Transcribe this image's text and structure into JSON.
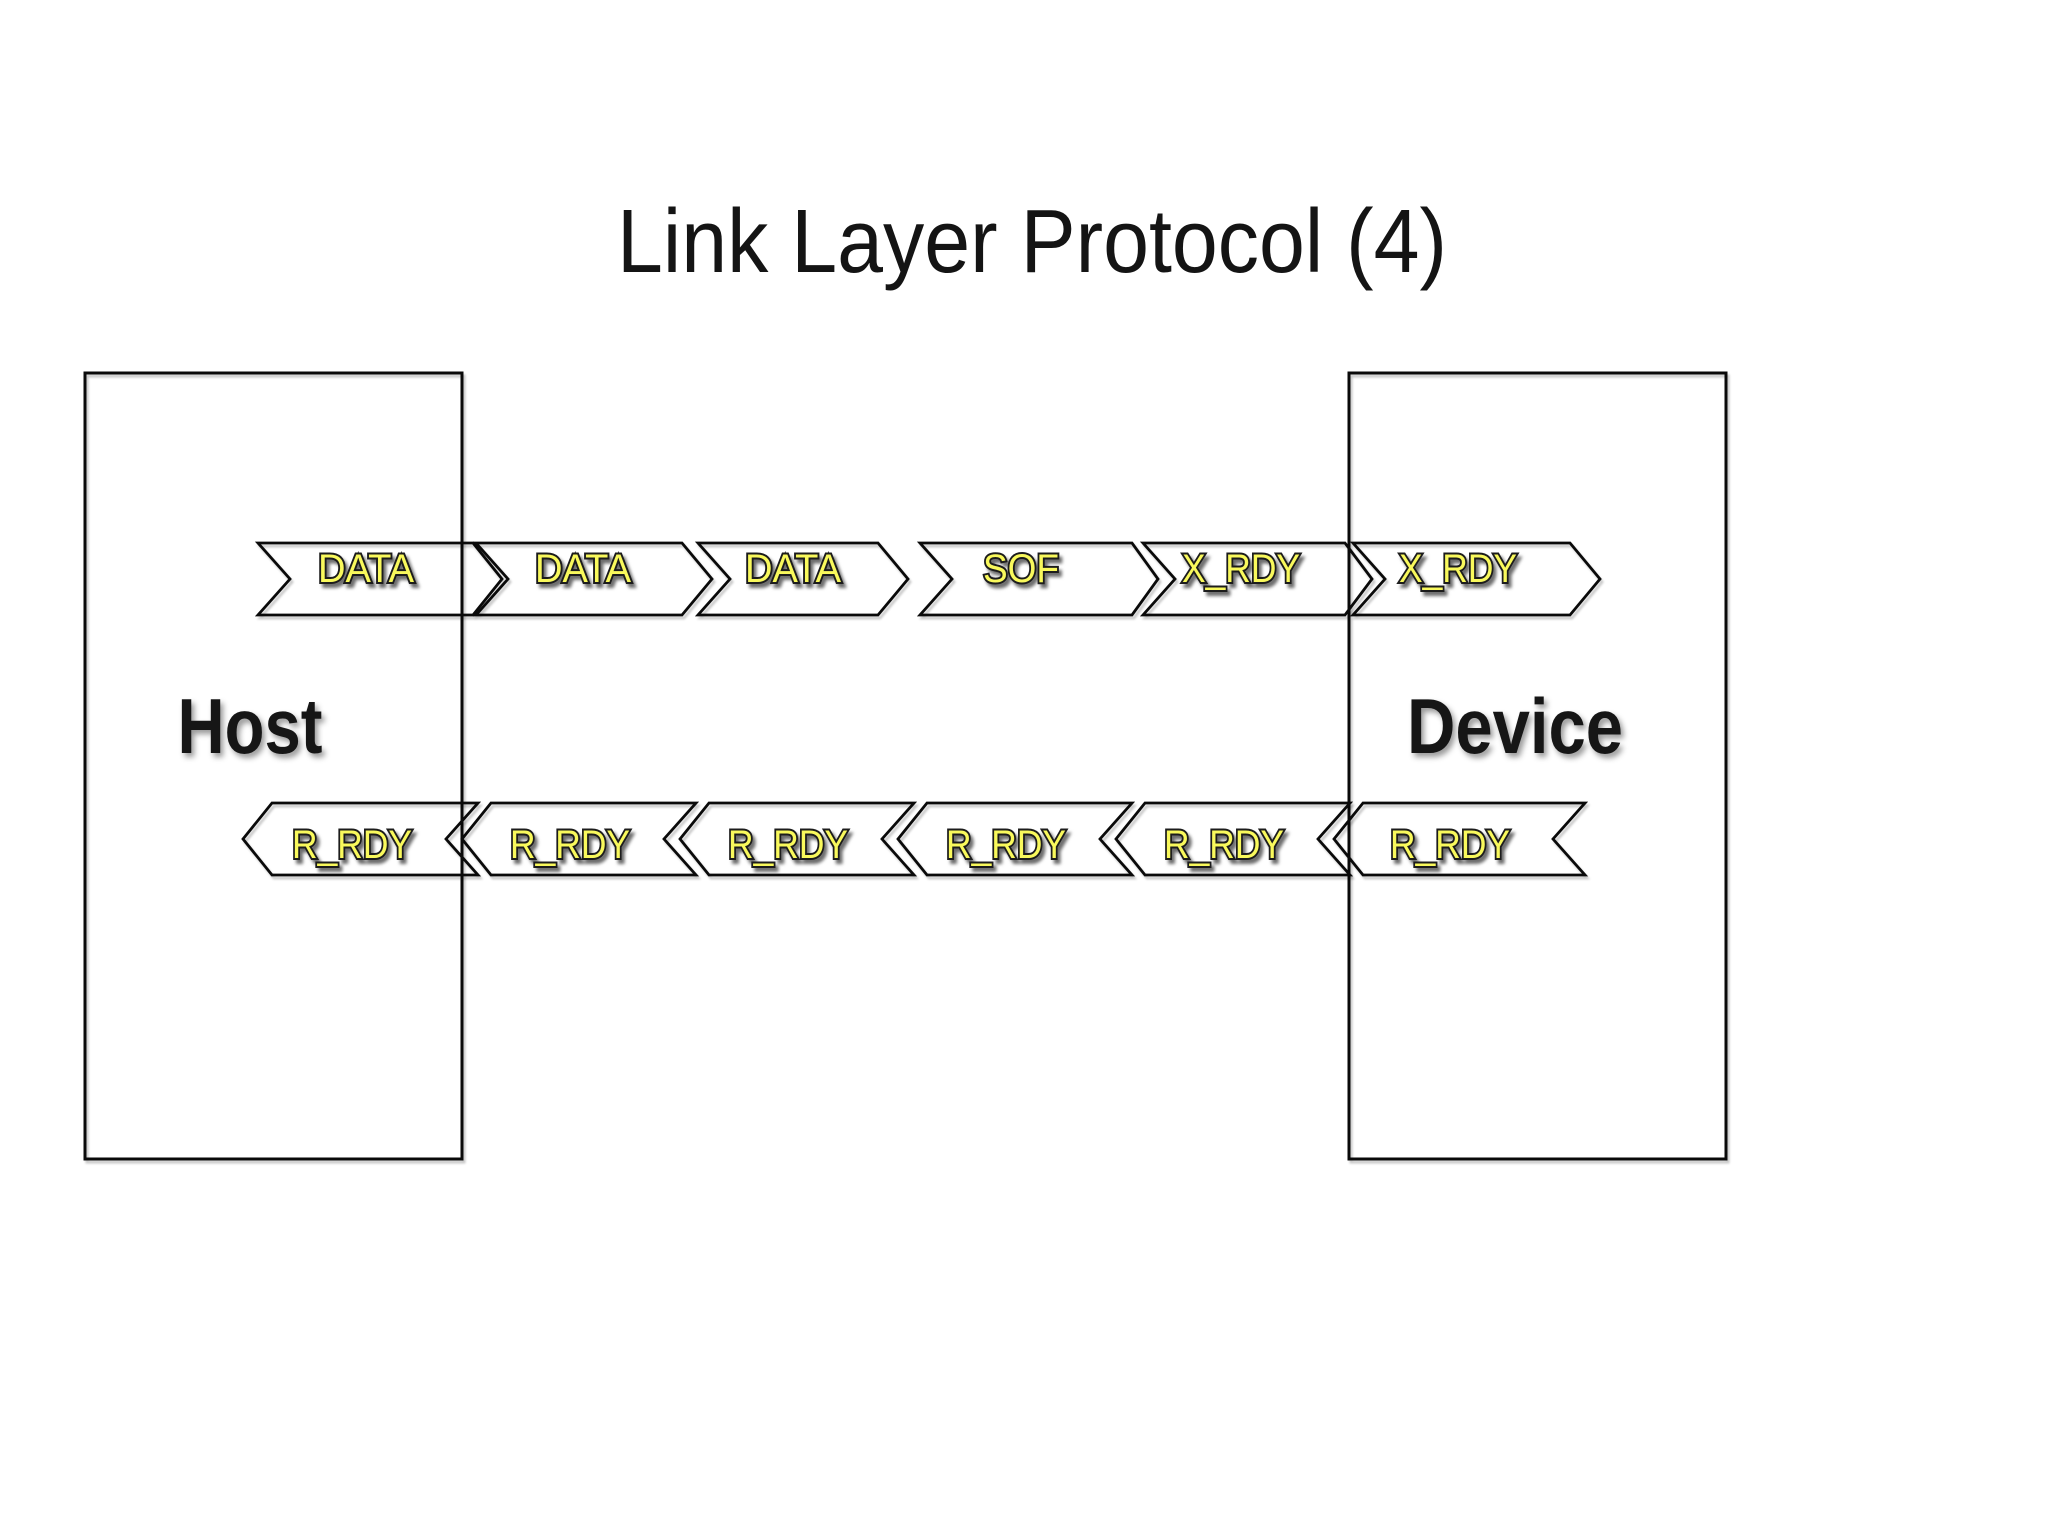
{
  "title": "Link Layer Protocol (4)",
  "host": {
    "label": "Host"
  },
  "device": {
    "label": "Device"
  },
  "top_row": {
    "direction": "host-to-device",
    "labels": [
      "DATA",
      "DATA",
      "DATA",
      "SOF",
      "X_RDY",
      "X_RDY"
    ]
  },
  "bottom_row": {
    "direction": "device-to-host",
    "labels": [
      "R_RDY",
      "R_RDY",
      "R_RDY",
      "R_RDY",
      "R_RDY",
      "R_RDY"
    ]
  },
  "colors": {
    "background": "#ffffff",
    "shape_outline": "#0a0a0a",
    "label_fill": "#f9f95c",
    "label_outline": "#1c1c1c"
  }
}
